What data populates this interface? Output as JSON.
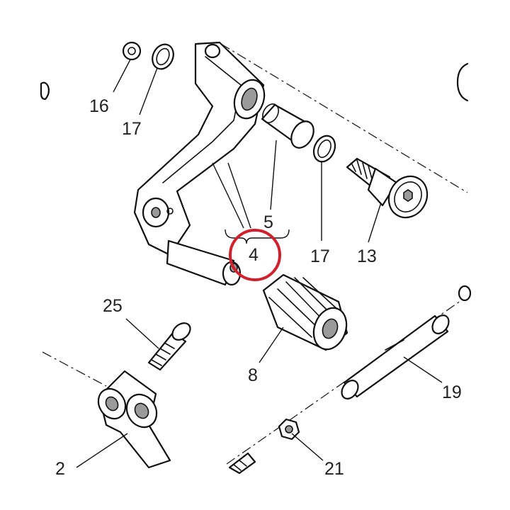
{
  "callouts": [
    {
      "id": "16",
      "label": "16"
    },
    {
      "id": "17a",
      "label": "17"
    },
    {
      "id": "17b",
      "label": "17"
    },
    {
      "id": "5",
      "label": "5"
    },
    {
      "id": "4",
      "label": "4"
    },
    {
      "id": "13",
      "label": "13"
    },
    {
      "id": "25",
      "label": "25"
    },
    {
      "id": "8",
      "label": "8"
    },
    {
      "id": "19",
      "label": "19"
    },
    {
      "id": "21",
      "label": "21"
    },
    {
      "id": "2",
      "label": "2"
    }
  ],
  "highlight": {
    "color": "#d0202e",
    "target": "4"
  }
}
